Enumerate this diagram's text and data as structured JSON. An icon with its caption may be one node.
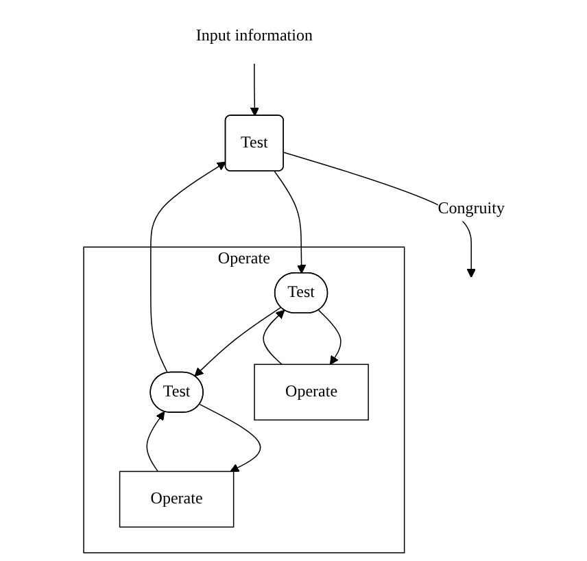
{
  "diagram": {
    "nodes": [
      {
        "text": [
          "Input information"
        ]
      },
      {
        "text": [
          "Test"
        ]
      },
      {
        "text": [
          "Operate"
        ]
      },
      {
        "text": [
          "Test"
        ],
        "in": 2
      },
      {
        "text": [
          "Test"
        ],
        "in": 2
      },
      {
        "text": [
          "Operate"
        ],
        "in": 2
      },
      {
        "text": [
          "Operate"
        ],
        "in": 2
      }
    ],
    "edges": [
      {
        "from": 0,
        "to": 1,
        "arrow": "to"
      },
      {
        "from": 1,
        "to": null,
        "label": "Congruity",
        "arrow": "to"
      },
      {
        "from": 1,
        "to": 3,
        "arrow": "to"
      },
      {
        "from": 3,
        "to": 4,
        "arrow": "to"
      },
      {
        "from": 4,
        "to": 1,
        "arrow": "to"
      },
      {
        "from": 3,
        "to": 5,
        "arrow": "to"
      },
      {
        "from": 5,
        "to": 3,
        "arrow": "to"
      },
      {
        "from": 4,
        "to": 6,
        "arrow": "to"
      },
      {
        "from": 6,
        "to": 4,
        "arrow": "to"
      }
    ]
  }
}
